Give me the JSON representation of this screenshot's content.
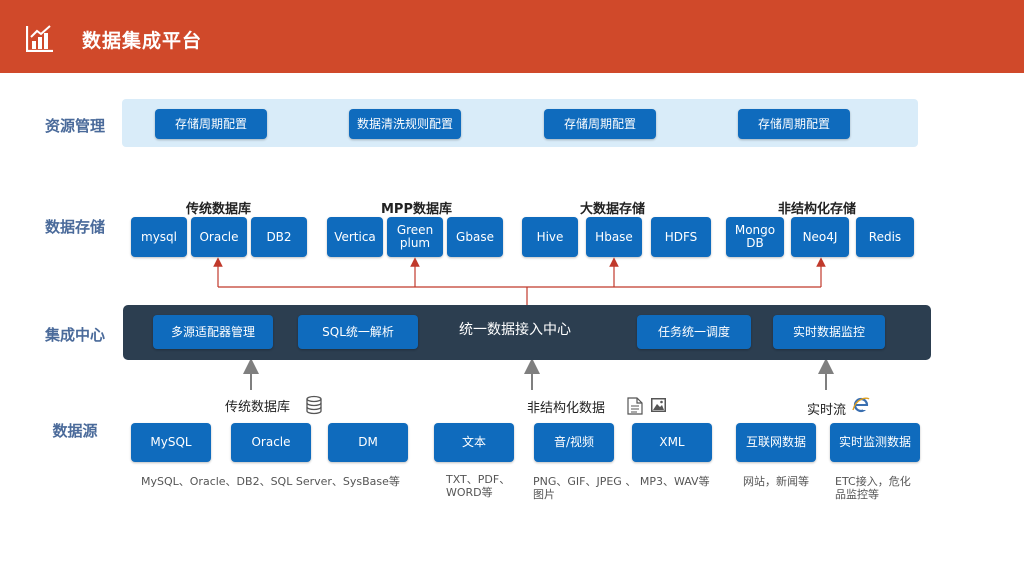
{
  "header": {
    "title": "数据集成平台",
    "logo_icon": "bar-chart-icon"
  },
  "rows": {
    "resource": "资源管理",
    "storage": "数据存储",
    "center": "集成中心",
    "source": "数据源"
  },
  "resource_items": [
    "存储周期配置",
    "数据清洗规则配置",
    "存储周期配置",
    "存储周期配置"
  ],
  "storage": {
    "groups": [
      {
        "title": "传统数据库",
        "items": [
          "mysql",
          "Oracle",
          "DB2"
        ]
      },
      {
        "title": "MPP数据库",
        "items": [
          "Vertica",
          "Green plum",
          "Gbase"
        ]
      },
      {
        "title": "大数据存储",
        "items": [
          "Hive",
          "Hbase",
          "HDFS"
        ]
      },
      {
        "title": "非结构化存储",
        "items": [
          "Mongo DB",
          "Neo4J",
          "Redis"
        ]
      }
    ]
  },
  "center": {
    "title": "统一数据接入中心",
    "items": [
      "多源适配器管理",
      "SQL统一解析",
      "任务统一调度",
      "实时数据监控"
    ]
  },
  "sources": {
    "group_titles": {
      "traditional": "传统数据库",
      "unstructured": "非结构化数据",
      "realtime": "实时流"
    },
    "items": {
      "mysql": "MySQL",
      "oracle": "Oracle",
      "dm": "DM",
      "text": "文本",
      "audio_video": "音/视频",
      "xml": "XML",
      "internet": "互联网数据",
      "realtime_monitor": "实时监测数据"
    },
    "notes": {
      "traditional": "MySQL、Oracle、DB2、SQL Server、SysBase等",
      "text": "TXT、PDF、WORD等",
      "media": "PNG、GIF、JPEG 、 MP3、WAV等图片",
      "internet": "网站，新闻等",
      "realtime": "ETC接入，危化品监控等"
    }
  },
  "colors": {
    "header": "#d0492a",
    "box": "#0f6bbd",
    "center_band": "#2c3e50",
    "resource_band": "#d9ecf9",
    "connector": "#c0392b",
    "arrow": "#7f7f7f"
  },
  "icons": {
    "db": "database-icon",
    "doc": "document-icon",
    "img": "image-icon",
    "ie": "browser-e-icon"
  }
}
